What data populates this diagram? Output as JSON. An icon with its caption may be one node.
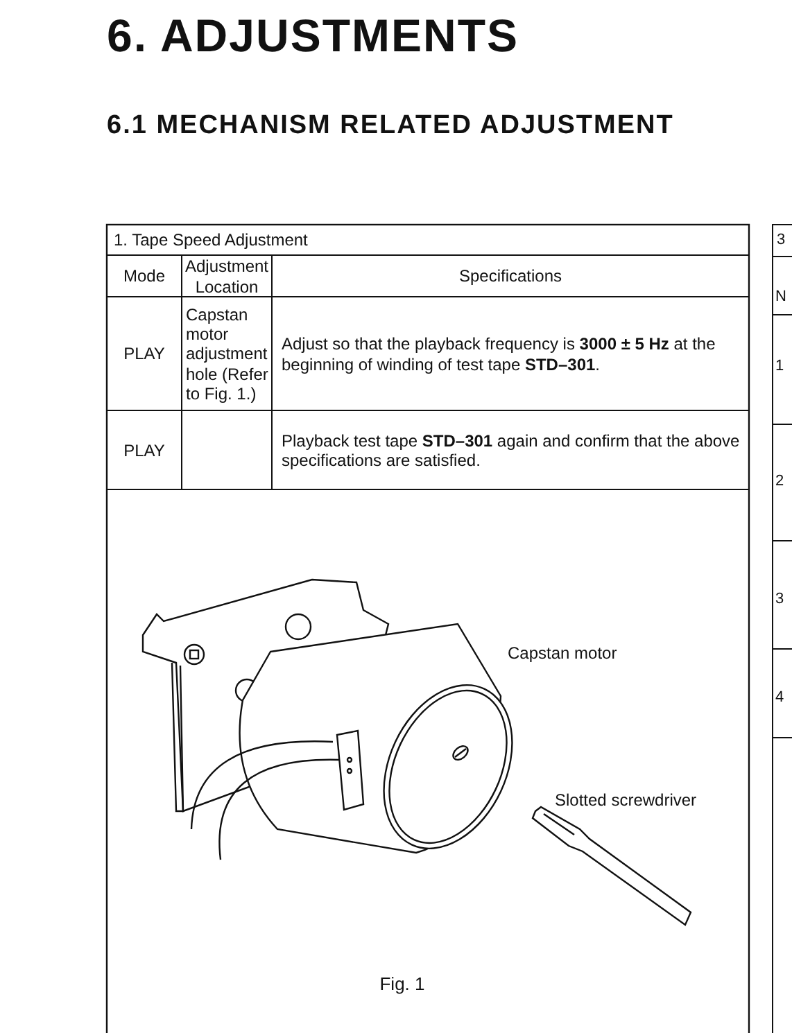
{
  "diagram": {
    "title": "6. ADJUSTMENTS",
    "labels": [
      "6.1 MECHANISM RELATED ADJUSTMENT",
      "1. Tape Speed Adjustment",
      "Mode",
      "Adjustment Location",
      "Specifications",
      "PLAY",
      "Capstan motor adjustment hole (Refer to Fig. 1.)",
      "Adjust so that the playback frequency is **3000 ± 5 Hz** at the beginning of winding of test tape **STD–301**.",
      "PLAY",
      "Playback test tape **STD–301** again and confirm that the above specifications are satisfied.",
      "Capstan motor",
      "Slotted screwdriver",
      "Fig. 1",
      "3",
      "N",
      "1",
      "2",
      "3",
      "4"
    ]
  }
}
